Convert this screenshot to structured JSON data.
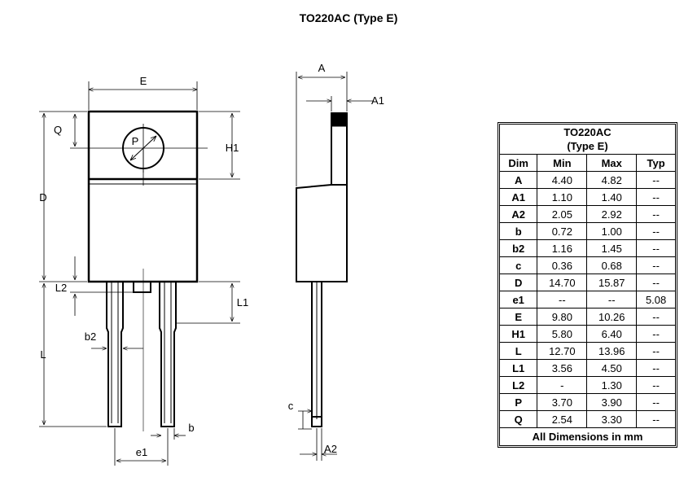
{
  "title": "TO220AC (Type E)",
  "labels": {
    "E": "E",
    "Q": "Q",
    "H1": "H1",
    "D": "D",
    "P": "P",
    "L2": "L2",
    "L1": "L1",
    "b2": "b2",
    "L": "L",
    "b": "b",
    "e1": "e1",
    "A": "A",
    "A1": "A1",
    "c": "c",
    "A2": "A2"
  },
  "table": {
    "title_line1": "TO220AC",
    "title_line2": "(Type E)",
    "headers": [
      "Dim",
      "Min",
      "Max",
      "Typ"
    ],
    "rows": [
      [
        "A",
        "4.40",
        "4.82",
        "--"
      ],
      [
        "A1",
        "1.10",
        "1.40",
        "--"
      ],
      [
        "A2",
        "2.05",
        "2.92",
        "--"
      ],
      [
        "b",
        "0.72",
        "1.00",
        "--"
      ],
      [
        "b2",
        "1.16",
        "1.45",
        "--"
      ],
      [
        "c",
        "0.36",
        "0.68",
        "--"
      ],
      [
        "D",
        "14.70",
        "15.87",
        "--"
      ],
      [
        "e1",
        "--",
        "--",
        "5.08"
      ],
      [
        "E",
        "9.80",
        "10.26",
        "--"
      ],
      [
        "H1",
        "5.80",
        "6.40",
        "--"
      ],
      [
        "L",
        "12.70",
        "13.96",
        "--"
      ],
      [
        "L1",
        "3.56",
        "4.50",
        "--"
      ],
      [
        "L2",
        "-",
        "1.30",
        "--"
      ],
      [
        "P",
        "3.70",
        "3.90",
        "--"
      ],
      [
        "Q",
        "2.54",
        "3.30",
        "--"
      ]
    ],
    "footer": "All Dimensions in mm"
  }
}
